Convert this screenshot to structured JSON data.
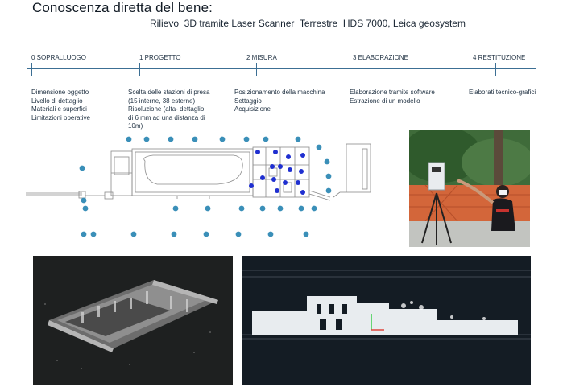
{
  "title": "Conoscenza diretta del bene:",
  "subtitle": "Rilievo  3D tramite Laser Scanner  Terrestre  HDS 7000, Leica geosystem",
  "steps": [
    {
      "label": "0 SOPRALLUOGO",
      "desc": [
        "Dimensione oggetto",
        "Livello di dettaglio",
        "Materiali e superfici",
        "Limitazioni operative"
      ]
    },
    {
      "label": "1 PROGETTO",
      "desc": [
        "Scelta delle stazioni di presa",
        "(15 interne, 38 esterne)",
        "Risoluzione (alta- dettaglio",
        "di 6 mm ad una distanza di",
        "10m)"
      ]
    },
    {
      "label": "2 MISURA",
      "desc": [
        "Posizionamento della macchina",
        "Settaggio",
        "Acquisizione"
      ]
    },
    {
      "label": "3 ELABORAZIONE",
      "desc": [
        "Elaborazione tramite software",
        "Estrazione di un modello"
      ]
    },
    {
      "label": "4 RESTITUZIONE",
      "desc": [
        "Elaborati tecnico-grafici"
      ]
    }
  ],
  "colors": {
    "timeline": "#3c6f94",
    "station_exterior": "#3a8fb8",
    "station_interior": "#1f2fd0",
    "plan_line": "#8a8a8a",
    "scan_background_left": "#1e2020",
    "scan_background_right": "#141c24"
  },
  "images": {
    "plan": "floor-plan-with-scan-stations",
    "photo": "operator-with-laser-scanner-on-tripod",
    "scan_left": "3d-point-cloud-axonometric-view",
    "scan_right": "point-cloud-elevation-view"
  }
}
